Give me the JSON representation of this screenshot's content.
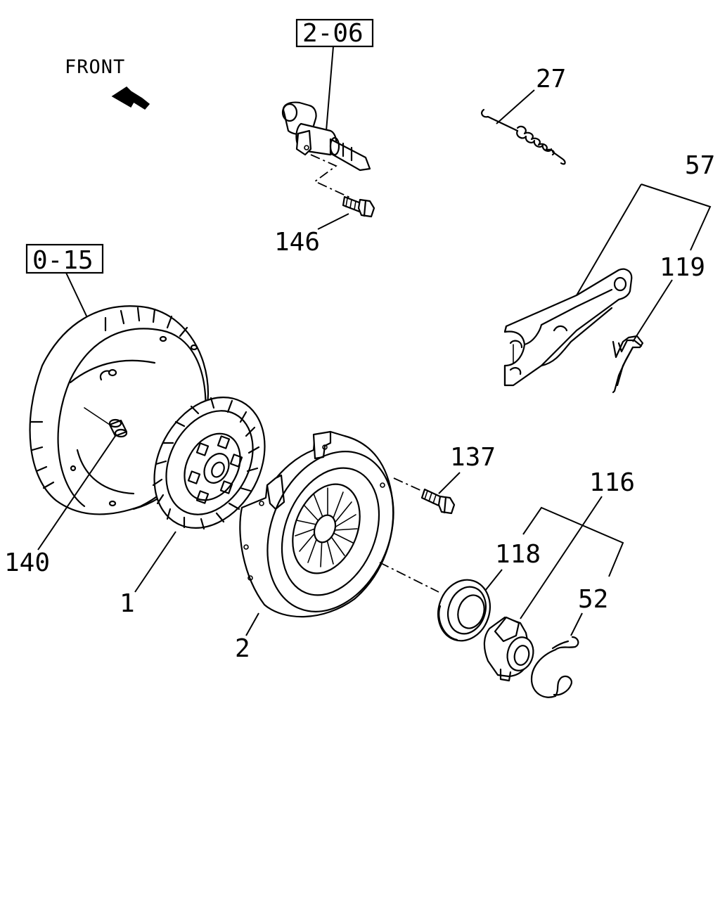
{
  "diagram": {
    "front_label": "FRONT",
    "refs": {
      "ref_2_06": "2-06",
      "ref_0_15": "0-15"
    },
    "callouts": {
      "c27": "27",
      "c57": "57",
      "c119": "119",
      "c146": "146",
      "c137": "137",
      "c116": "116",
      "c118": "118",
      "c52": "52",
      "c140": "140",
      "c1": "1",
      "c2": "2"
    }
  }
}
